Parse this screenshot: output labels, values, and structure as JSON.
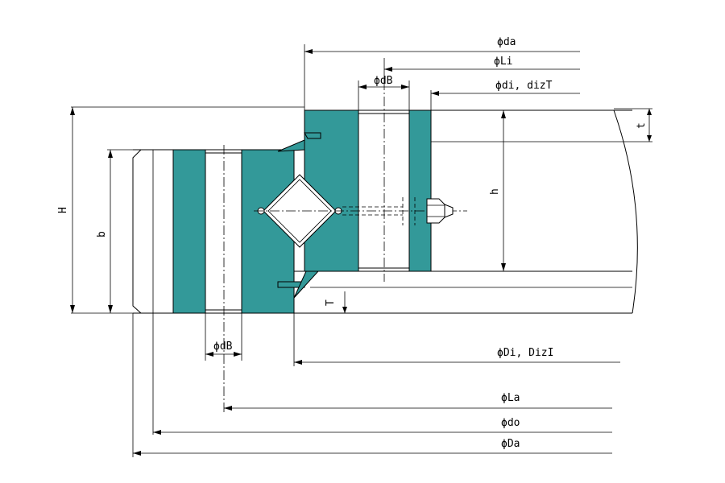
{
  "labels": {
    "da": "ϕda",
    "Li": "ϕLi",
    "dB_top": "ϕdB",
    "di": "ϕdi, dizT",
    "t": "t",
    "H": "H",
    "h": "h",
    "b": "b",
    "T": "T",
    "dB_bottom": "ϕdB",
    "Di": "ϕDi, DizI",
    "La": "ϕLa",
    "do": "ϕdo",
    "Da": "ϕDa"
  },
  "colors": {
    "ring": "#339999",
    "line": "#000000",
    "background": "#ffffff"
  }
}
